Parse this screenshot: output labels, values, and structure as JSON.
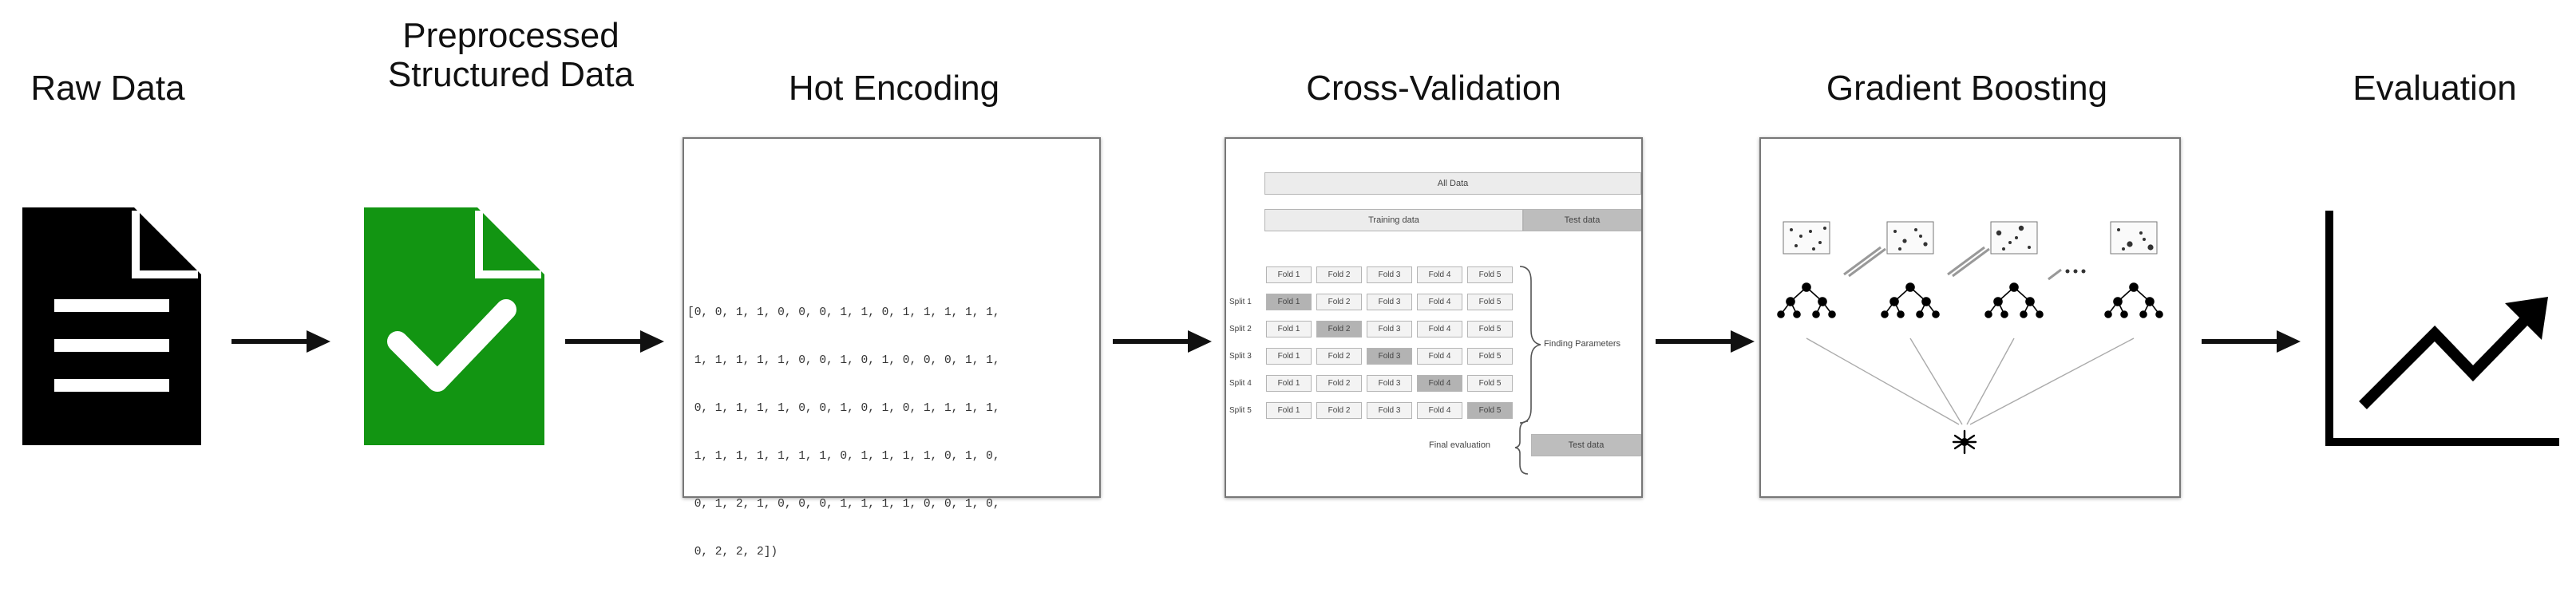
{
  "stages": {
    "raw": {
      "title": "Raw Data"
    },
    "preprocessed": {
      "title_line1": "Preprocessed",
      "title_line2": "Structured Data"
    },
    "hot": {
      "title": "Hot Encoding",
      "lines": [
        "[0, 0, 1, 1, 0, 0, 0, 1, 1, 0, 1, 1, 1, 1, 1,",
        " 1, 1, 1, 1, 1, 0, 0, 1, 0, 1, 0, 0, 0, 1, 1,",
        " 0, 1, 1, 1, 1, 0, 0, 1, 0, 1, 0, 1, 1, 1, 1,",
        " 1, 1, 1, 1, 1, 1, 1, 0, 1, 1, 1, 1, 0, 1, 0,",
        " 0, 1, 2, 1, 0, 0, 0, 1, 1, 1, 1, 0, 0, 1, 0,",
        " 0, 2, 2, 2])"
      ]
    },
    "cv": {
      "title": "Cross-Validation",
      "all_data": "All Data",
      "training_data": "Training data",
      "test_data": "Test data",
      "fold_labels": [
        "Fold 1",
        "Fold 2",
        "Fold 3",
        "Fold 4",
        "Fold 5"
      ],
      "splits": [
        "Split 1",
        "Split 2",
        "Split 3",
        "Split 4",
        "Split 5"
      ],
      "finding_parameters": "Finding Parameters",
      "final_evaluation": "Final evaluation",
      "final_test_data": "Test data"
    },
    "gb": {
      "title": "Gradient Boosting"
    },
    "eval": {
      "title": "Evaluation"
    }
  },
  "colors": {
    "raw_doc": "#000000",
    "preprocessed_doc": "#129512",
    "arrow": "#111111",
    "active_fold": "#b3b3b3"
  },
  "icons": {
    "raw": "document-icon",
    "preprocessed": "document-check-icon",
    "evaluation": "line-chart-trend-icon"
  }
}
